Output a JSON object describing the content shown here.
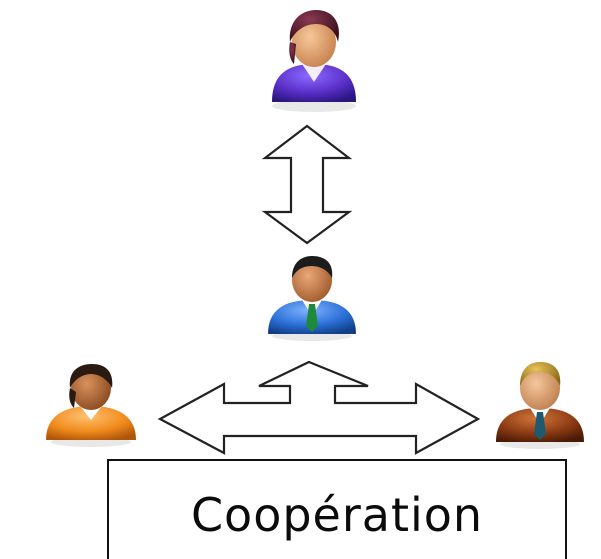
{
  "diagram": {
    "caption": "Coopération",
    "nodes": [
      {
        "id": "top",
        "icon": "person-purple-icon"
      },
      {
        "id": "middle",
        "icon": "person-blue-icon"
      },
      {
        "id": "left",
        "icon": "person-orange-icon"
      },
      {
        "id": "right",
        "icon": "person-brown-icon"
      }
    ],
    "edges": [
      {
        "from": "top",
        "to": "middle",
        "style": "double-headed hollow arrow"
      },
      {
        "from": "middle",
        "to": "left",
        "style": "three-way hollow arrow"
      },
      {
        "from": "middle",
        "to": "right",
        "style": "three-way hollow arrow"
      }
    ]
  },
  "colors": {
    "person_top_shirt": "#5a2fc8",
    "person_middle_shirt": "#2a6fd6",
    "person_left_shirt": "#f08a1c",
    "person_right_shirt": "#8b3a12",
    "arrow_stroke": "#222222",
    "caption_border": "#111111"
  }
}
